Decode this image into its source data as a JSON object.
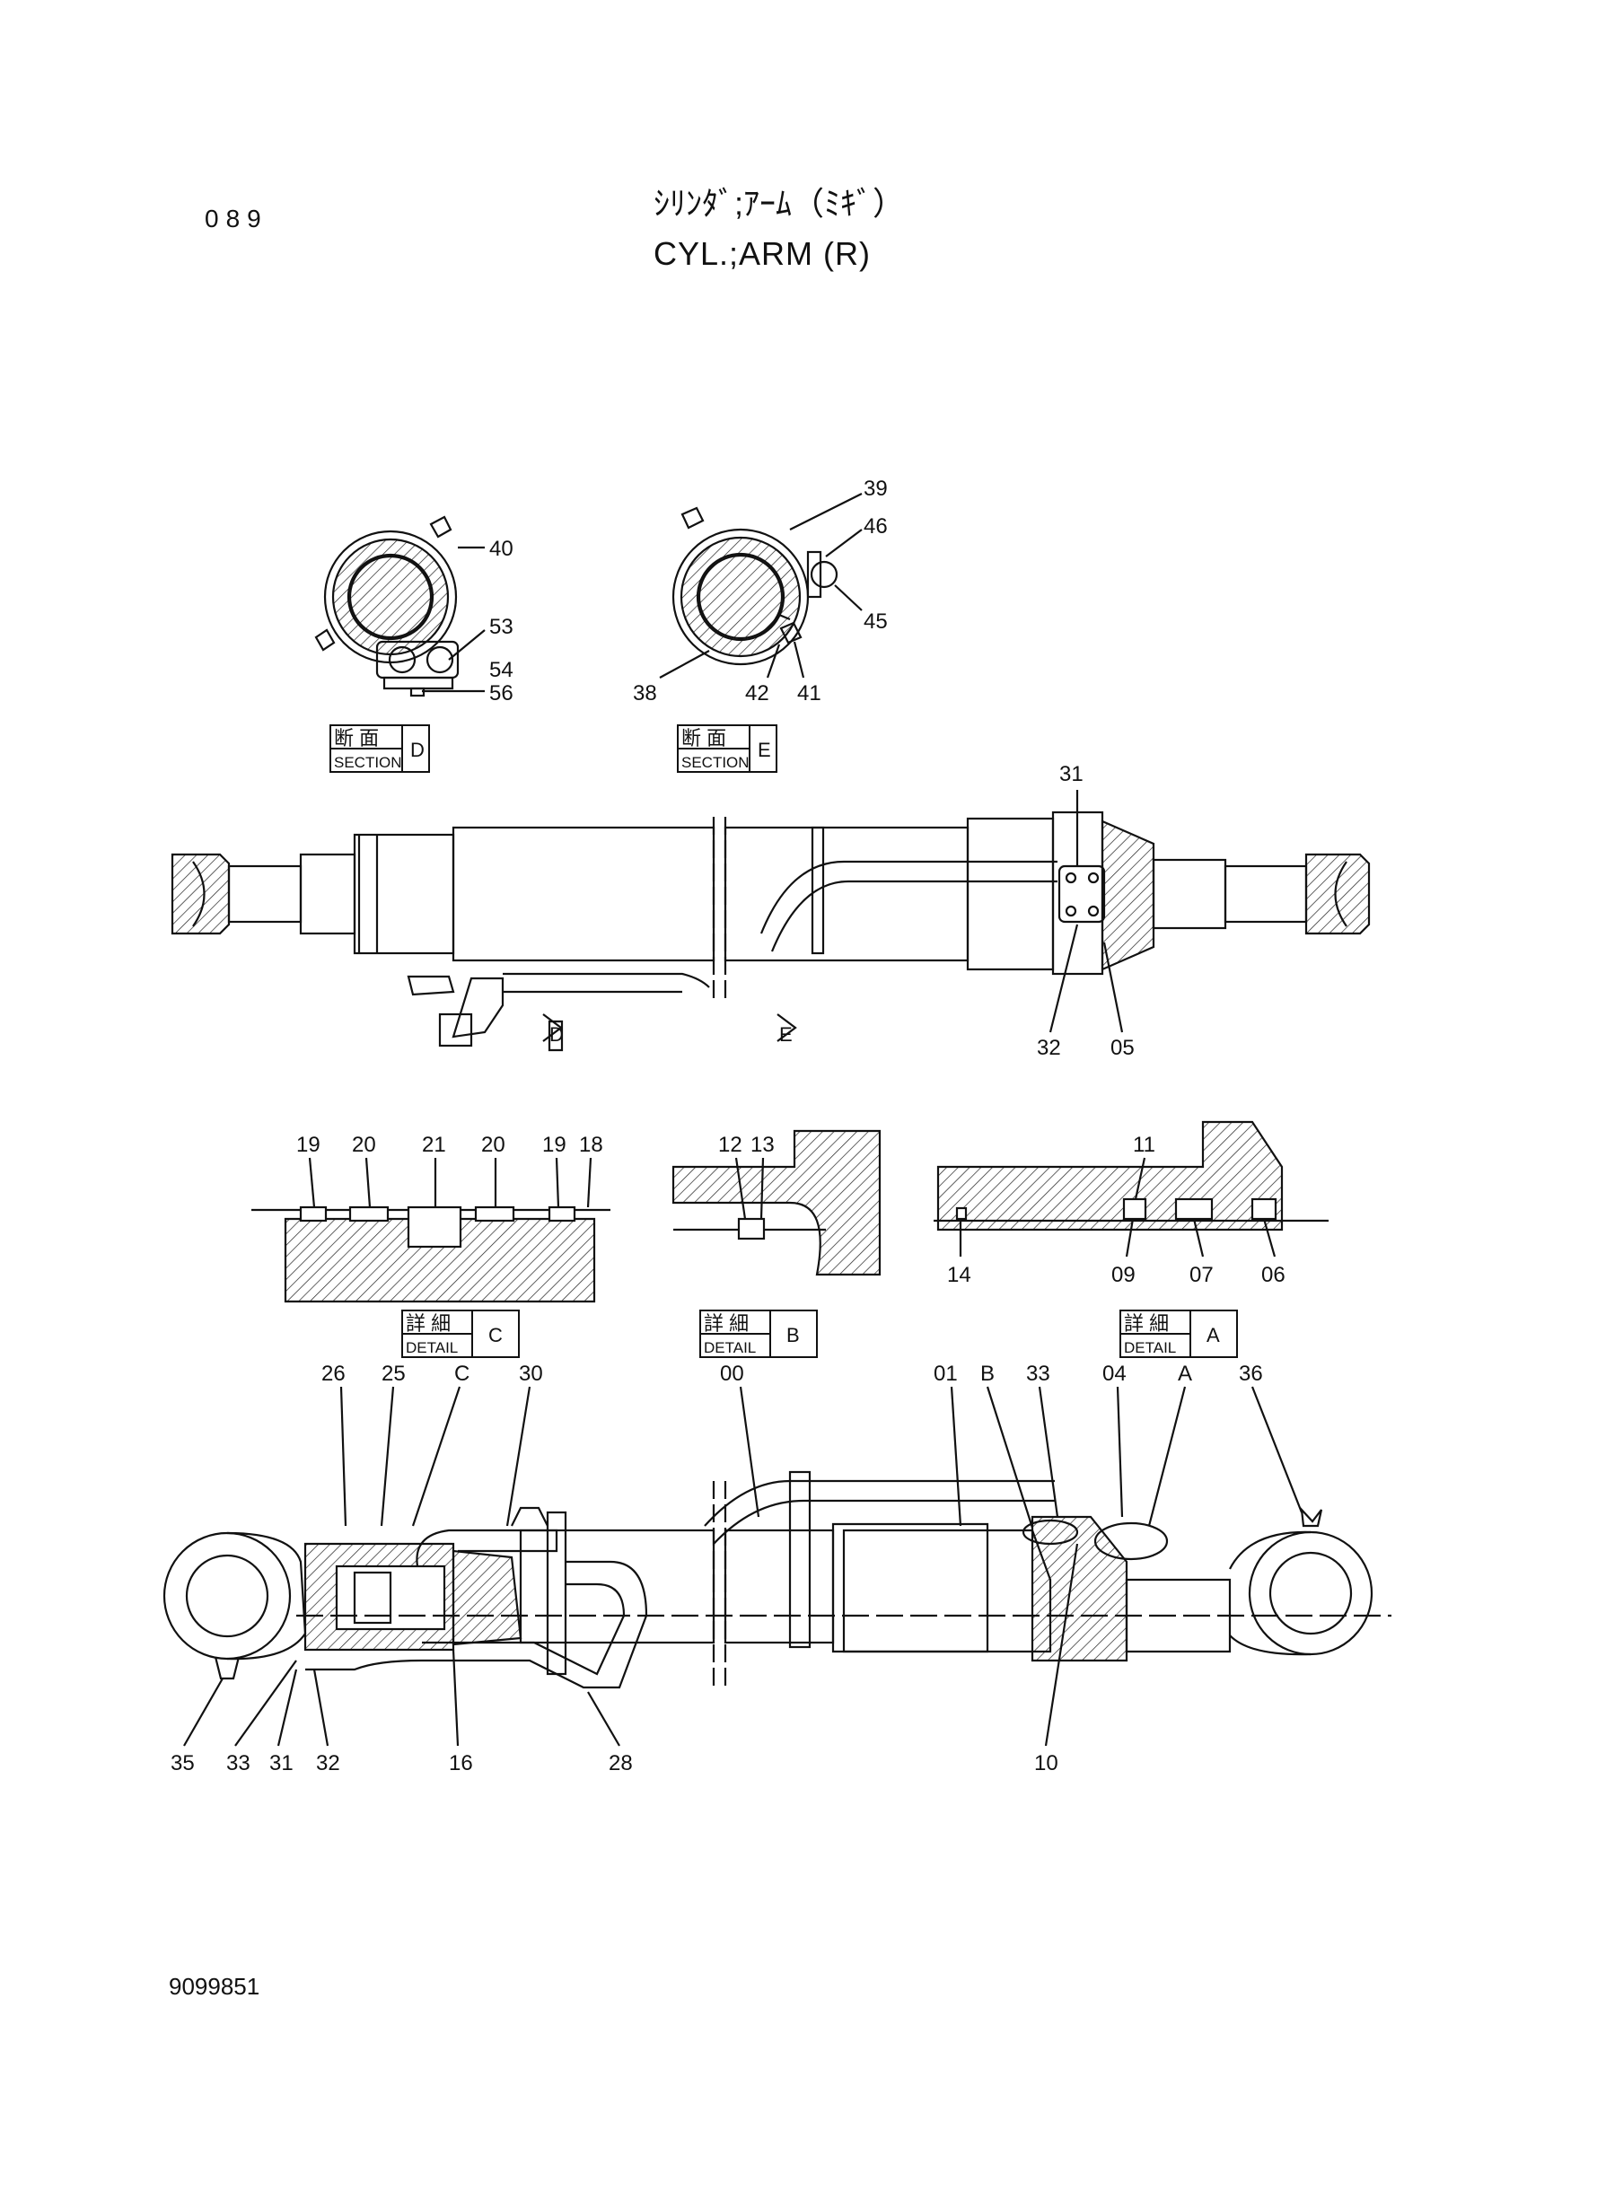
{
  "header": {
    "page_number": "089",
    "title_jp": "ｼﾘﾝﾀﾞ;ｱｰﾑ（ﾐｷﾞ）",
    "title_en": "CYL.;ARM (R)"
  },
  "footer": {
    "doc_code": "9099851"
  },
  "sections": [
    {
      "jp": "断 面",
      "en": "SECTION",
      "letter": "D"
    },
    {
      "jp": "断 面",
      "en": "SECTION",
      "letter": "E"
    }
  ],
  "details": [
    {
      "jp": "詳 細",
      "en": "DETAIL",
      "letter": "C"
    },
    {
      "jp": "詳 細",
      "en": "DETAIL",
      "letter": "B"
    },
    {
      "jp": "詳 細",
      "en": "DETAIL",
      "letter": "A"
    }
  ],
  "view_arrows": [
    "D",
    "E"
  ],
  "callouts": {
    "section_d": [
      "40",
      "53",
      "54",
      "56"
    ],
    "section_e": [
      "39",
      "46",
      "45",
      "41",
      "42",
      "38"
    ],
    "top_view": [
      "31",
      "32",
      "05"
    ],
    "detail_c": [
      "19",
      "20",
      "21",
      "20",
      "19",
      "18"
    ],
    "detail_b": [
      "12",
      "13"
    ],
    "detail_a": [
      "11",
      "14",
      "09",
      "07",
      "06"
    ],
    "main_view": [
      "26",
      "25",
      "C",
      "30",
      "00",
      "01",
      "B",
      "33",
      "04",
      "A",
      "36",
      "35",
      "33",
      "31",
      "32",
      "16",
      "28",
      "10"
    ]
  }
}
